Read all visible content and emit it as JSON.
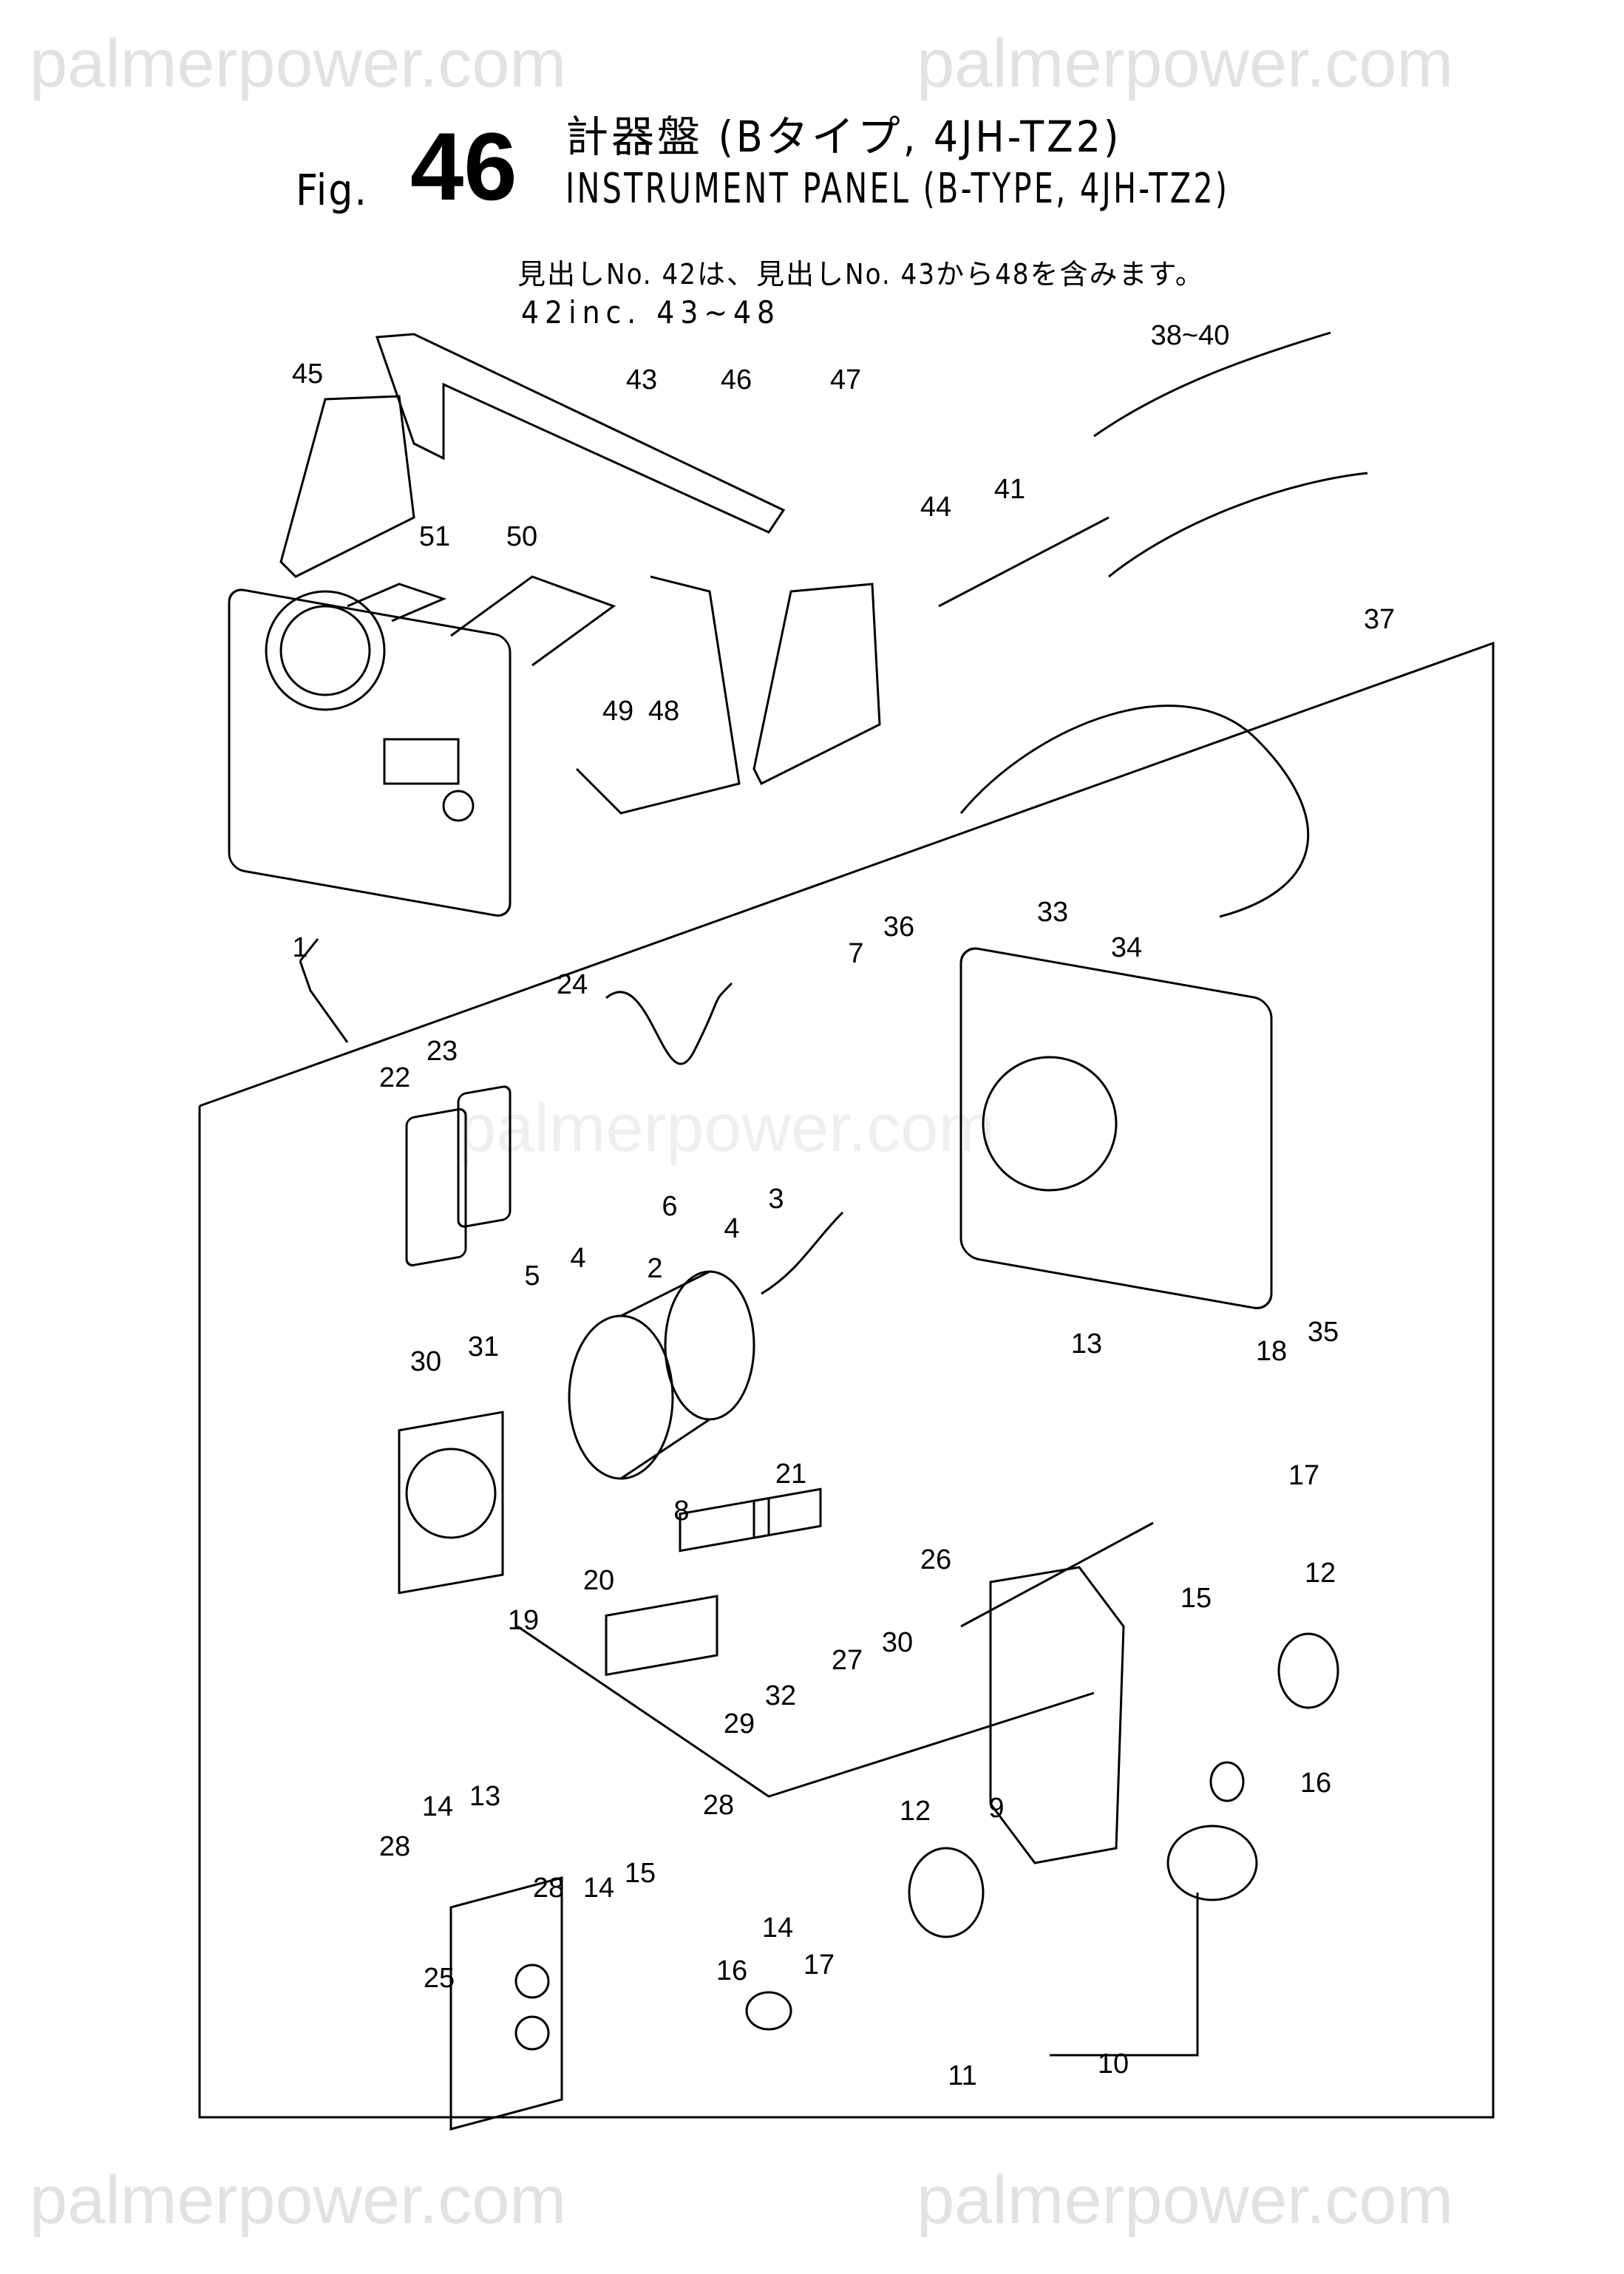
{
  "watermark": "palmerpower.com",
  "header": {
    "fig_prefix": "Fig.",
    "fig_number": "46",
    "title_jp": "計器盤 (Bタイプ, 4JH-TZ2)",
    "title_en": "INSTRUMENT PANEL (B-TYPE, 4JH-TZ2)"
  },
  "note": {
    "jp": "見出しNo. 42は、見出しNo. 43から48を含みます。",
    "en": "42inc. 43~48"
  },
  "callouts": [
    "45",
    "43",
    "46",
    "47",
    "38~40",
    "41",
    "44",
    "37",
    "51",
    "50",
    "49",
    "48",
    "1",
    "33",
    "34",
    "7",
    "36",
    "24",
    "23",
    "22",
    "6",
    "4",
    "5",
    "4",
    "3",
    "2",
    "31",
    "18",
    "35",
    "13",
    "30",
    "21",
    "20",
    "19",
    "8",
    "17",
    "12",
    "27",
    "26",
    "15",
    "30",
    "32",
    "29",
    "14",
    "13",
    "28",
    "16",
    "12",
    "9",
    "28",
    "28",
    "14",
    "15",
    "14",
    "17",
    "16",
    "25",
    "10",
    "11"
  ]
}
